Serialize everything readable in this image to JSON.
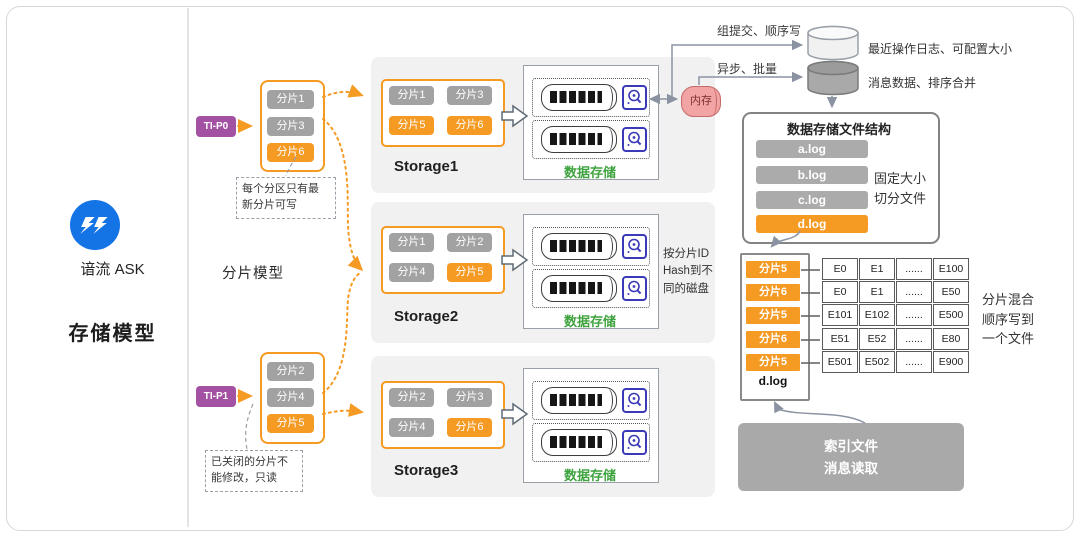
{
  "colors": {
    "accent_orange": "#F59A23",
    "chip_gray": "#A2A2A2",
    "badge_purple": "#A352A3",
    "memory_pink": "#F2A3A3",
    "green_label": "#3FA33F",
    "logo_blue": "#1474E6",
    "connector_gray": "#8B93A2",
    "bar_gray": "#ABABAB",
    "index_gray": "#A9A9A9"
  },
  "brand": {
    "name": "谙流 ASK",
    "product": "存储模型"
  },
  "shard_model": {
    "title": "分片模型",
    "groups": [
      {
        "badge": "TI-P0",
        "chips": [
          "分片1",
          "分片3",
          "分片6"
        ],
        "active_chip": "分片6",
        "note": "每个分区只有最\n新分片可写"
      },
      {
        "badge": "TI-P1",
        "chips": [
          "分片2",
          "分片4",
          "分片5"
        ],
        "active_chip": "分片5",
        "note": "已关闭的分片不\n能修改，只读"
      }
    ]
  },
  "storages": [
    {
      "name": "Storage1",
      "chips": [
        "分片1",
        "分片3",
        "分片5",
        "分片6"
      ],
      "active_chips": [
        "分片5",
        "分片6"
      ],
      "disk_label": "数据存储"
    },
    {
      "name": "Storage2",
      "chips": [
        "分片1",
        "分片2",
        "分片4",
        "分片5"
      ],
      "active_chips": [
        "分片5"
      ],
      "disk_label": "数据存储",
      "note": "按分片ID\nHash到不\n同的磁盘"
    },
    {
      "name": "Storage3",
      "chips": [
        "分片2",
        "分片3",
        "分片4",
        "分片6"
      ],
      "active_chips": [
        "分片6"
      ],
      "disk_label": "数据存储"
    }
  ],
  "memory": {
    "label": "内存"
  },
  "write_path": {
    "group_commit": "组提交、顺序写",
    "async_batch": "异步、批量",
    "oplog_note": "最近操作日志、可配置大小",
    "message_note": "消息数据、排序合并"
  },
  "file_structure": {
    "title": "数据存储文件结构",
    "files": [
      "a.log",
      "b.log",
      "c.log",
      "d.log"
    ],
    "active_file": "d.log",
    "note": "固定大小\n切分文件"
  },
  "dlog_file": {
    "label": "d.log",
    "rows": [
      {
        "shard": "分片5",
        "entries": [
          "E0",
          "E1",
          "......",
          "E100"
        ]
      },
      {
        "shard": "分片6",
        "entries": [
          "E0",
          "E1",
          "......",
          "E50"
        ]
      },
      {
        "shard": "分片5",
        "entries": [
          "E101",
          "E102",
          "......",
          "E500"
        ]
      },
      {
        "shard": "分片6",
        "entries": [
          "E51",
          "E52",
          "......",
          "E80"
        ]
      },
      {
        "shard": "分片5",
        "entries": [
          "E501",
          "E502",
          "......",
          "E900"
        ]
      }
    ],
    "note": "分片混合\n顺序写到\n一个文件"
  },
  "index_file": {
    "line1": "索引文件",
    "line2": "消息读取"
  }
}
